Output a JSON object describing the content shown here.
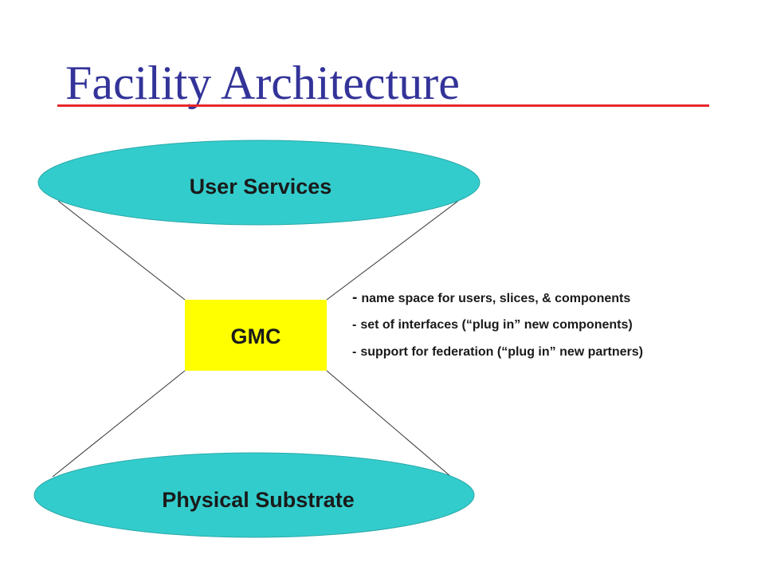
{
  "slide": {
    "title": "Facility Architecture"
  },
  "diagram": {
    "top_node": "User Services",
    "center_node": "GMC",
    "bottom_node": "Physical Substrate",
    "colors": {
      "ellipse_fill": "#33cccc",
      "center_fill": "#ffff00",
      "title": "#333399",
      "rule": "#e8282c"
    }
  },
  "notes": {
    "items": [
      {
        "marker": "-",
        "text": "name space for users, slices, & components"
      },
      {
        "marker": "-",
        "text": "set of interfaces (“plug in” new components)"
      },
      {
        "marker": "-",
        "text": "support for federation (“plug in” new partners)"
      }
    ]
  }
}
